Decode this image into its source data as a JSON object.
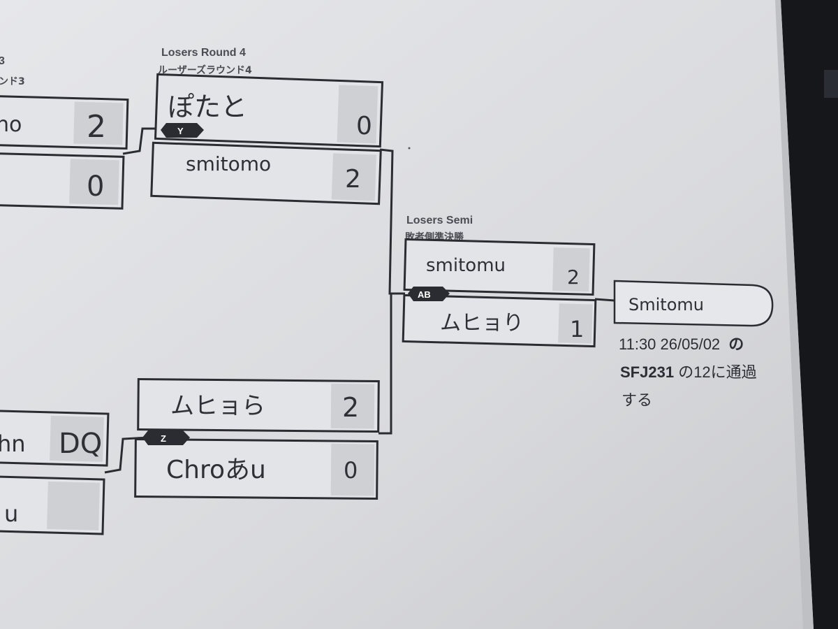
{
  "rounds": {
    "left_round_partial": "ンド3",
    "left_round_top_partial": "3",
    "losers_round_4_en": "Losers Round 4",
    "losers_round_4_jp": "ルーザーズラウンド4",
    "losers_semi_en": "Losers Semi",
    "losers_semi_jp": "敗者側準決勝"
  },
  "left_column": [
    {
      "name": "no",
      "score": "2"
    },
    {
      "name": "",
      "score": "0"
    },
    {
      "name": "hn",
      "score": "DQ"
    },
    {
      "name": "u",
      "score": ""
    }
  ],
  "round4_match_y": {
    "tag": "Y",
    "player1": {
      "name": "ぽたと",
      "score": "0"
    },
    "player2": {
      "name": "smitomo",
      "score": "2"
    }
  },
  "round4_match_z": {
    "tag": "Z",
    "player1": {
      "name": "ムヒョら",
      "score": "2"
    },
    "player2": {
      "name": "Chroあu",
      "score": "0"
    }
  },
  "semi_match_ab": {
    "tag": "AB",
    "player1": {
      "name": "smitomu",
      "score": "2"
    },
    "player2": {
      "name": "ムヒョり",
      "score": "1"
    }
  },
  "advance": {
    "winner": "Smitomu",
    "line1_time": "11:30 26/05/02",
    "line1_suffix": "の",
    "line2_code": "SFJ231",
    "line2_rest": "の12に通過",
    "line3": "する"
  },
  "colors": {
    "paper": "#dcdde0",
    "box_fill": "#e3e4e7",
    "score_fill": "#cfd0d4",
    "ink": "#2a2c31",
    "background": "#15171b"
  }
}
